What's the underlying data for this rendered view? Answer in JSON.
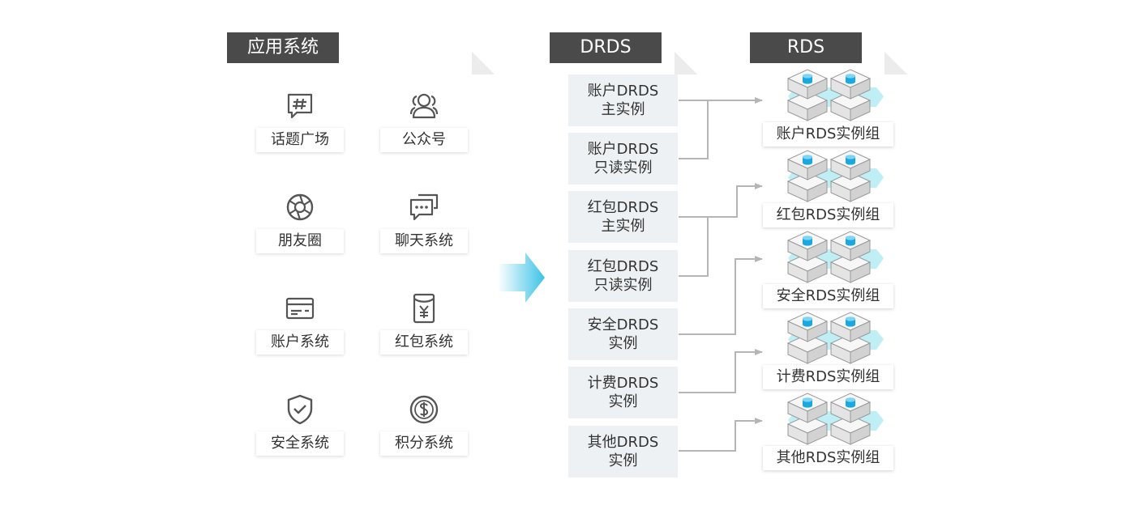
{
  "app_system": {
    "header": "应用系统",
    "tiles": [
      {
        "label": "话题广场",
        "icon": "hash-chat-icon"
      },
      {
        "label": "公众号",
        "icon": "users-icon"
      },
      {
        "label": "朋友圈",
        "icon": "camera-aperture-icon"
      },
      {
        "label": "聊天系统",
        "icon": "chat-bubbles-icon"
      },
      {
        "label": "账户系统",
        "icon": "card-icon"
      },
      {
        "label": "红包系统",
        "icon": "red-envelope-yen-icon"
      },
      {
        "label": "安全系统",
        "icon": "shield-check-icon"
      },
      {
        "label": "积分系统",
        "icon": "dollar-coin-icon"
      }
    ]
  },
  "drds": {
    "header": "DRDS",
    "instances": [
      {
        "line1": "账户DRDS",
        "line2": "主实例"
      },
      {
        "line1": "账户DRDS",
        "line2": "只读实例"
      },
      {
        "line1": "红包DRDS",
        "line2": "主实例"
      },
      {
        "line1": "红包DRDS",
        "line2": "只读实例"
      },
      {
        "line1": "安全DRDS",
        "line2": "实例"
      },
      {
        "line1": "计费DRDS",
        "line2": "实例"
      },
      {
        "line1": "其他DRDS",
        "line2": "实例"
      }
    ]
  },
  "rds": {
    "header": "RDS",
    "groups": [
      {
        "label": "账户RDS实例组"
      },
      {
        "label": "红包RDS实例组"
      },
      {
        "label": "安全RDS实例组"
      },
      {
        "label": "计费RDS实例组"
      },
      {
        "label": "其他RDS实例组"
      }
    ]
  },
  "colors": {
    "header_bg": "#4a4a4a",
    "accent_cyan": "#1aa8e0",
    "hex_glow": "#bfeef4",
    "connector": "#b5b5b5",
    "drds_box_bg": "#eef1f4",
    "icon_gray": "#555555"
  }
}
